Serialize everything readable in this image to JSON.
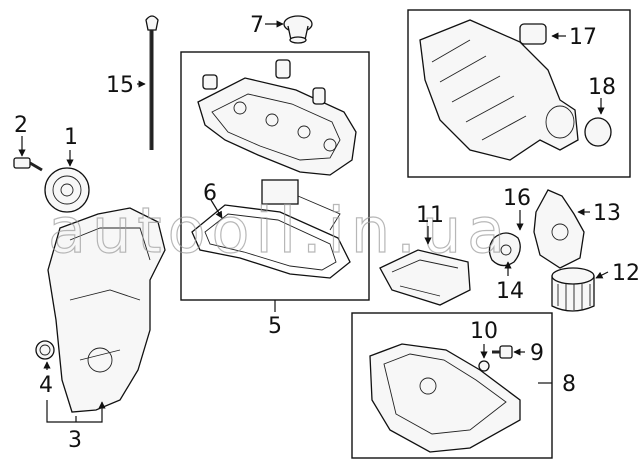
{
  "watermark": "autooil.in.ua",
  "callouts": {
    "c1": "1",
    "c2": "2",
    "c3": "3",
    "c4": "4",
    "c5": "5",
    "c6": "6",
    "c7": "7",
    "c8": "8",
    "c9": "9",
    "c10": "10",
    "c11": "11",
    "c12": "12",
    "c13": "13",
    "c14": "14",
    "c15": "15",
    "c16": "16",
    "c17": "17",
    "c18": "18"
  },
  "colors": {
    "line": "#111111",
    "watermark": "#9a9a9a",
    "background": "#ffffff"
  }
}
